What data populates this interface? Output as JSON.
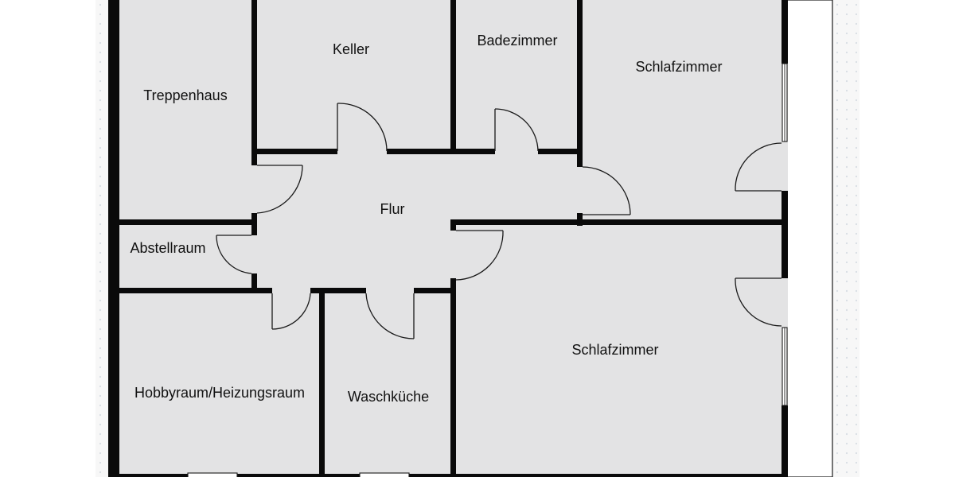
{
  "rooms": {
    "treppenhaus": "Treppenhaus",
    "keller": "Keller",
    "badezimmer": "Badezimmer",
    "schlafzimmer_oben": "Schlafzimmer",
    "flur": "Flur",
    "abstellraum": "Abstellraum",
    "hobbyraum": "Hobbyraum/Heizungsraum",
    "waschkueche": "Waschküche",
    "schlafzimmer_unten": "Schlafzimmer"
  }
}
